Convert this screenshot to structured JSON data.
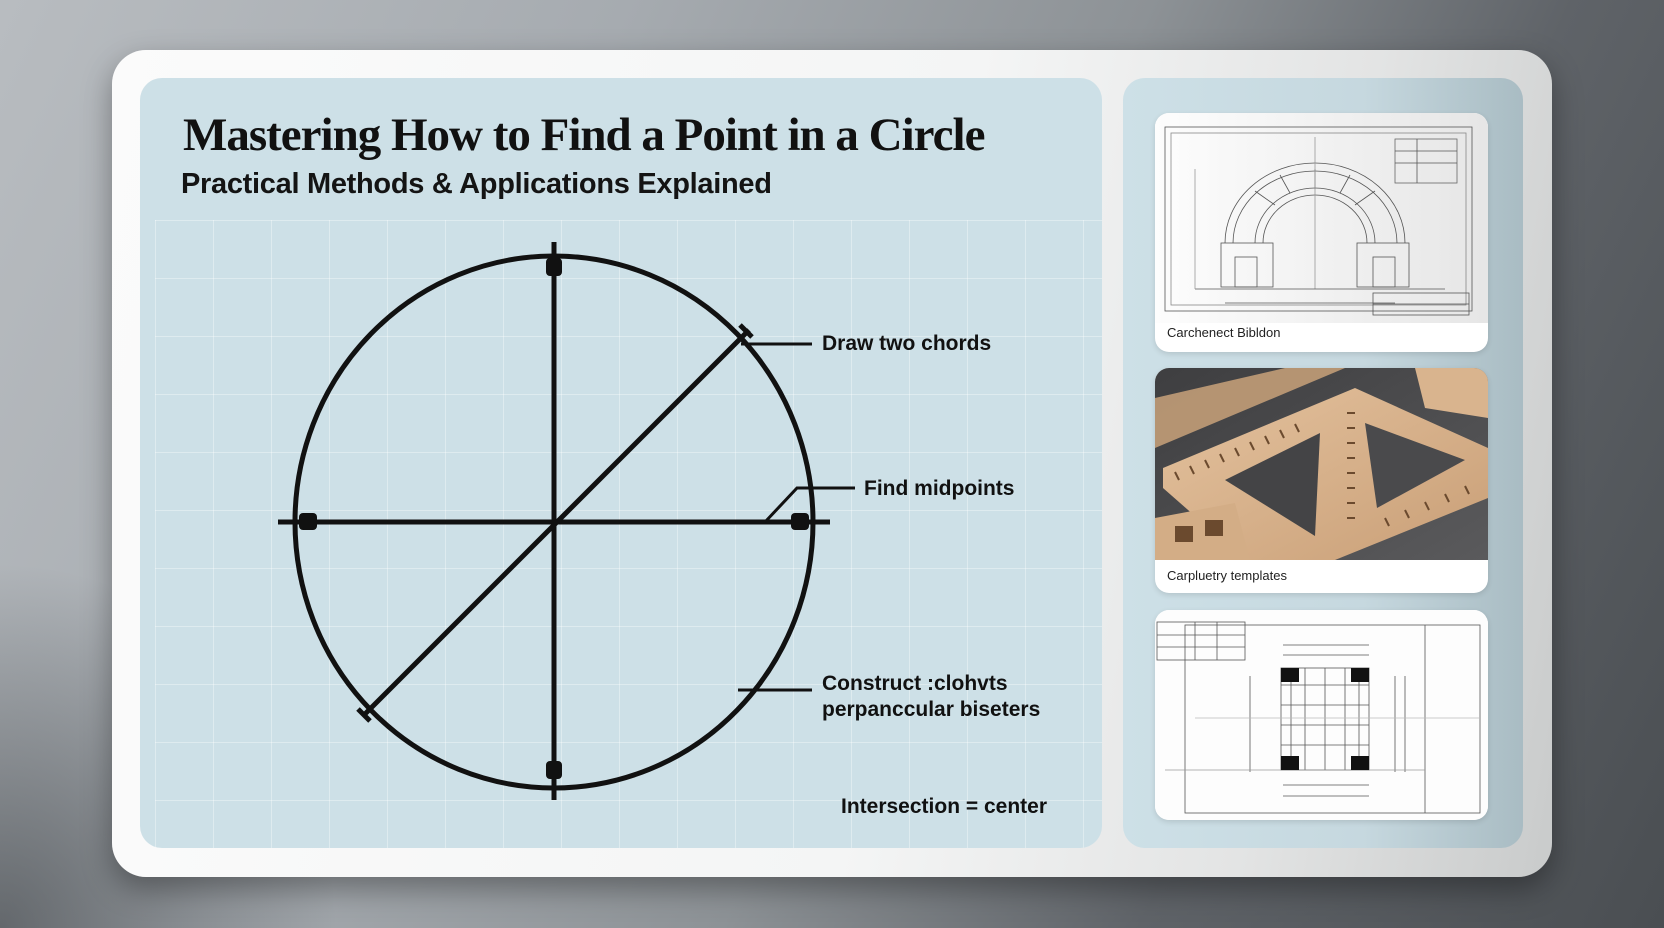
{
  "slide": {
    "title": "Mastering How to Find a Point in a Circle",
    "subtitle": "Practical Methods & Applications Explained"
  },
  "diagram": {
    "annotations": [
      {
        "id": "draw-chords",
        "text": "Draw two chords"
      },
      {
        "id": "find-midpoints",
        "text": "Find midpoints"
      },
      {
        "id": "construct-bisectors",
        "line1": "Construct :clohvts",
        "line2": "perpanccular biseters"
      },
      {
        "id": "intersection",
        "text": "Intersection = center"
      }
    ]
  },
  "thumbnails": [
    {
      "caption": "Carchenect Bibldon",
      "type": "architectural-arch-blueprint"
    },
    {
      "caption": "Carpluetry templates",
      "type": "wooden-carpentry-template-photo"
    },
    {
      "caption": "",
      "type": "floor-plan-blueprint"
    }
  ],
  "colors": {
    "panel": "#cde0e7",
    "card": "#f7f7f7",
    "ink": "#111111",
    "wood": "#d9b48e",
    "wood_bg": "#4a4a4c"
  }
}
